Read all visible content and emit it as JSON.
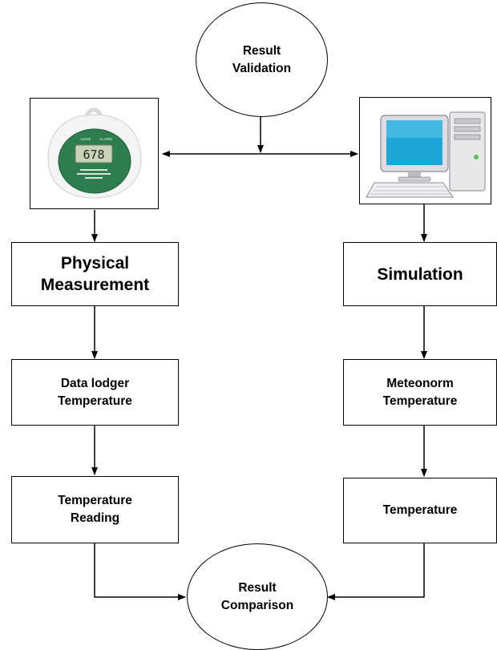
{
  "nodes": {
    "result_validation": "Result\nValidation",
    "physical_measurement": "Physical\nMeasurement",
    "simulation": "Simulation",
    "data_lodger_temperature": "Data lodger\nTemperature",
    "meteonorm_temperature": "Meteonorm\nTemperature",
    "temperature_reading": "Temperature\nReading",
    "temperature": "Temperature",
    "result_comparison": "Result\nComparison"
  },
  "images": {
    "data_logger": {
      "icon": "data-logger-device-icon",
      "display": "678",
      "labels": [
        "ActiVE",
        "ALARM"
      ],
      "colors": {
        "body": "#2e7d4f",
        "face": "#f2f2f2",
        "lcd": "#c9d3b8"
      }
    },
    "computer": {
      "icon": "desktop-computer-icon",
      "colors": {
        "screen": "#1fa6d8",
        "case": "#e8e8ea",
        "frame": "#e6e6ec"
      }
    }
  },
  "colors": {
    "line": "#000000",
    "background": "#ffffff"
  }
}
